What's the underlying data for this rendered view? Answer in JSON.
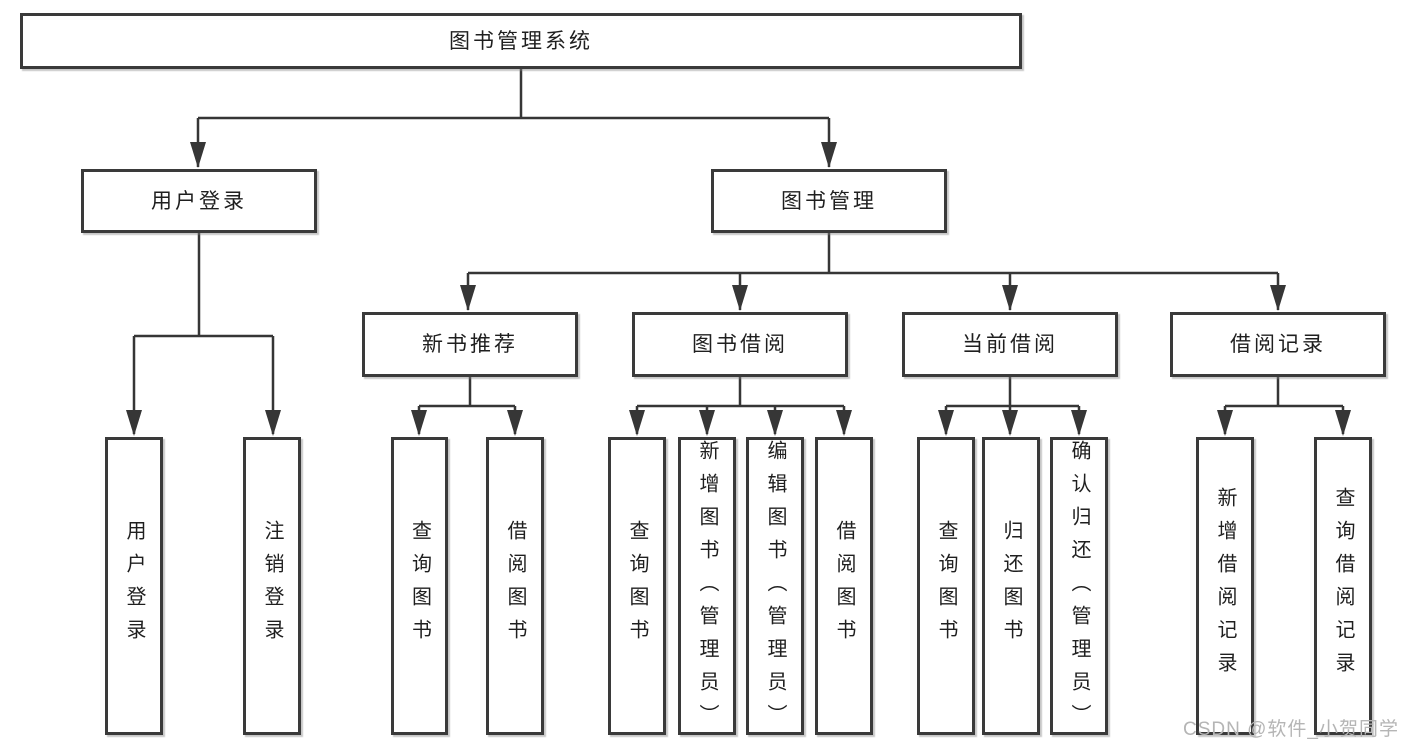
{
  "tree": {
    "root": {
      "label": "图书管理系统"
    },
    "branches": [
      {
        "label": "用户登录",
        "children": [
          {
            "label": "用户登录"
          },
          {
            "label": "注销登录"
          }
        ]
      },
      {
        "label": "图书管理",
        "groups": [
          {
            "label": "新书推荐",
            "children": [
              {
                "label": "查询图书"
              },
              {
                "label": "借阅图书"
              }
            ]
          },
          {
            "label": "图书借阅",
            "children": [
              {
                "label": "查询图书"
              },
              {
                "label": "新增图书（管理员）"
              },
              {
                "label": "编辑图书（管理员）"
              },
              {
                "label": "借阅图书"
              }
            ]
          },
          {
            "label": "当前借阅",
            "children": [
              {
                "label": "查询图书"
              },
              {
                "label": "归还图书"
              },
              {
                "label": "确认归还（管理员）"
              }
            ]
          },
          {
            "label": "借阅记录",
            "children": [
              {
                "label": "新增借阅记录"
              },
              {
                "label": "查询借阅记录"
              }
            ]
          }
        ]
      }
    ]
  },
  "watermark": "CSDN @软件_小贺同学",
  "colors": {
    "border": "#3a3a3a",
    "line": "#363636",
    "text": "#1f1f1f",
    "watermark": "#b5b5b5",
    "background": "#ffffff"
  }
}
